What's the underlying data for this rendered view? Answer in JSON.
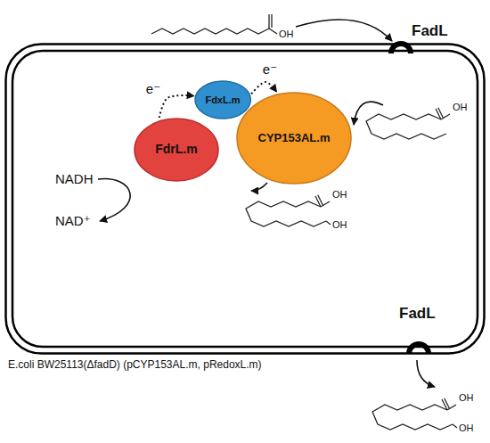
{
  "diagram": {
    "nodes": [
      {
        "text": [
          "E.coli BW25113(ΔfadD) (pCYP153AL.m, pRedoxL.m)"
        ]
      },
      {
        "text": [
          "FdrL.m"
        ],
        "in": 0
      },
      {
        "text": [
          "FdxL.m"
        ],
        "in": 0
      },
      {
        "text": [
          "CYP153AL.m"
        ],
        "in": 0
      }
    ],
    "edges": [
      {
        "from": 1,
        "to": 2,
        "arrow": "to",
        "label": "e⁻"
      },
      {
        "from": 2,
        "to": 3,
        "arrow": "to",
        "label": "e⁻"
      }
    ],
    "labels": [
      "FadL",
      "FadL",
      "NADH",
      "NAD⁺",
      "OH",
      "OH",
      "OH",
      "OH",
      "OH",
      "OH"
    ]
  }
}
